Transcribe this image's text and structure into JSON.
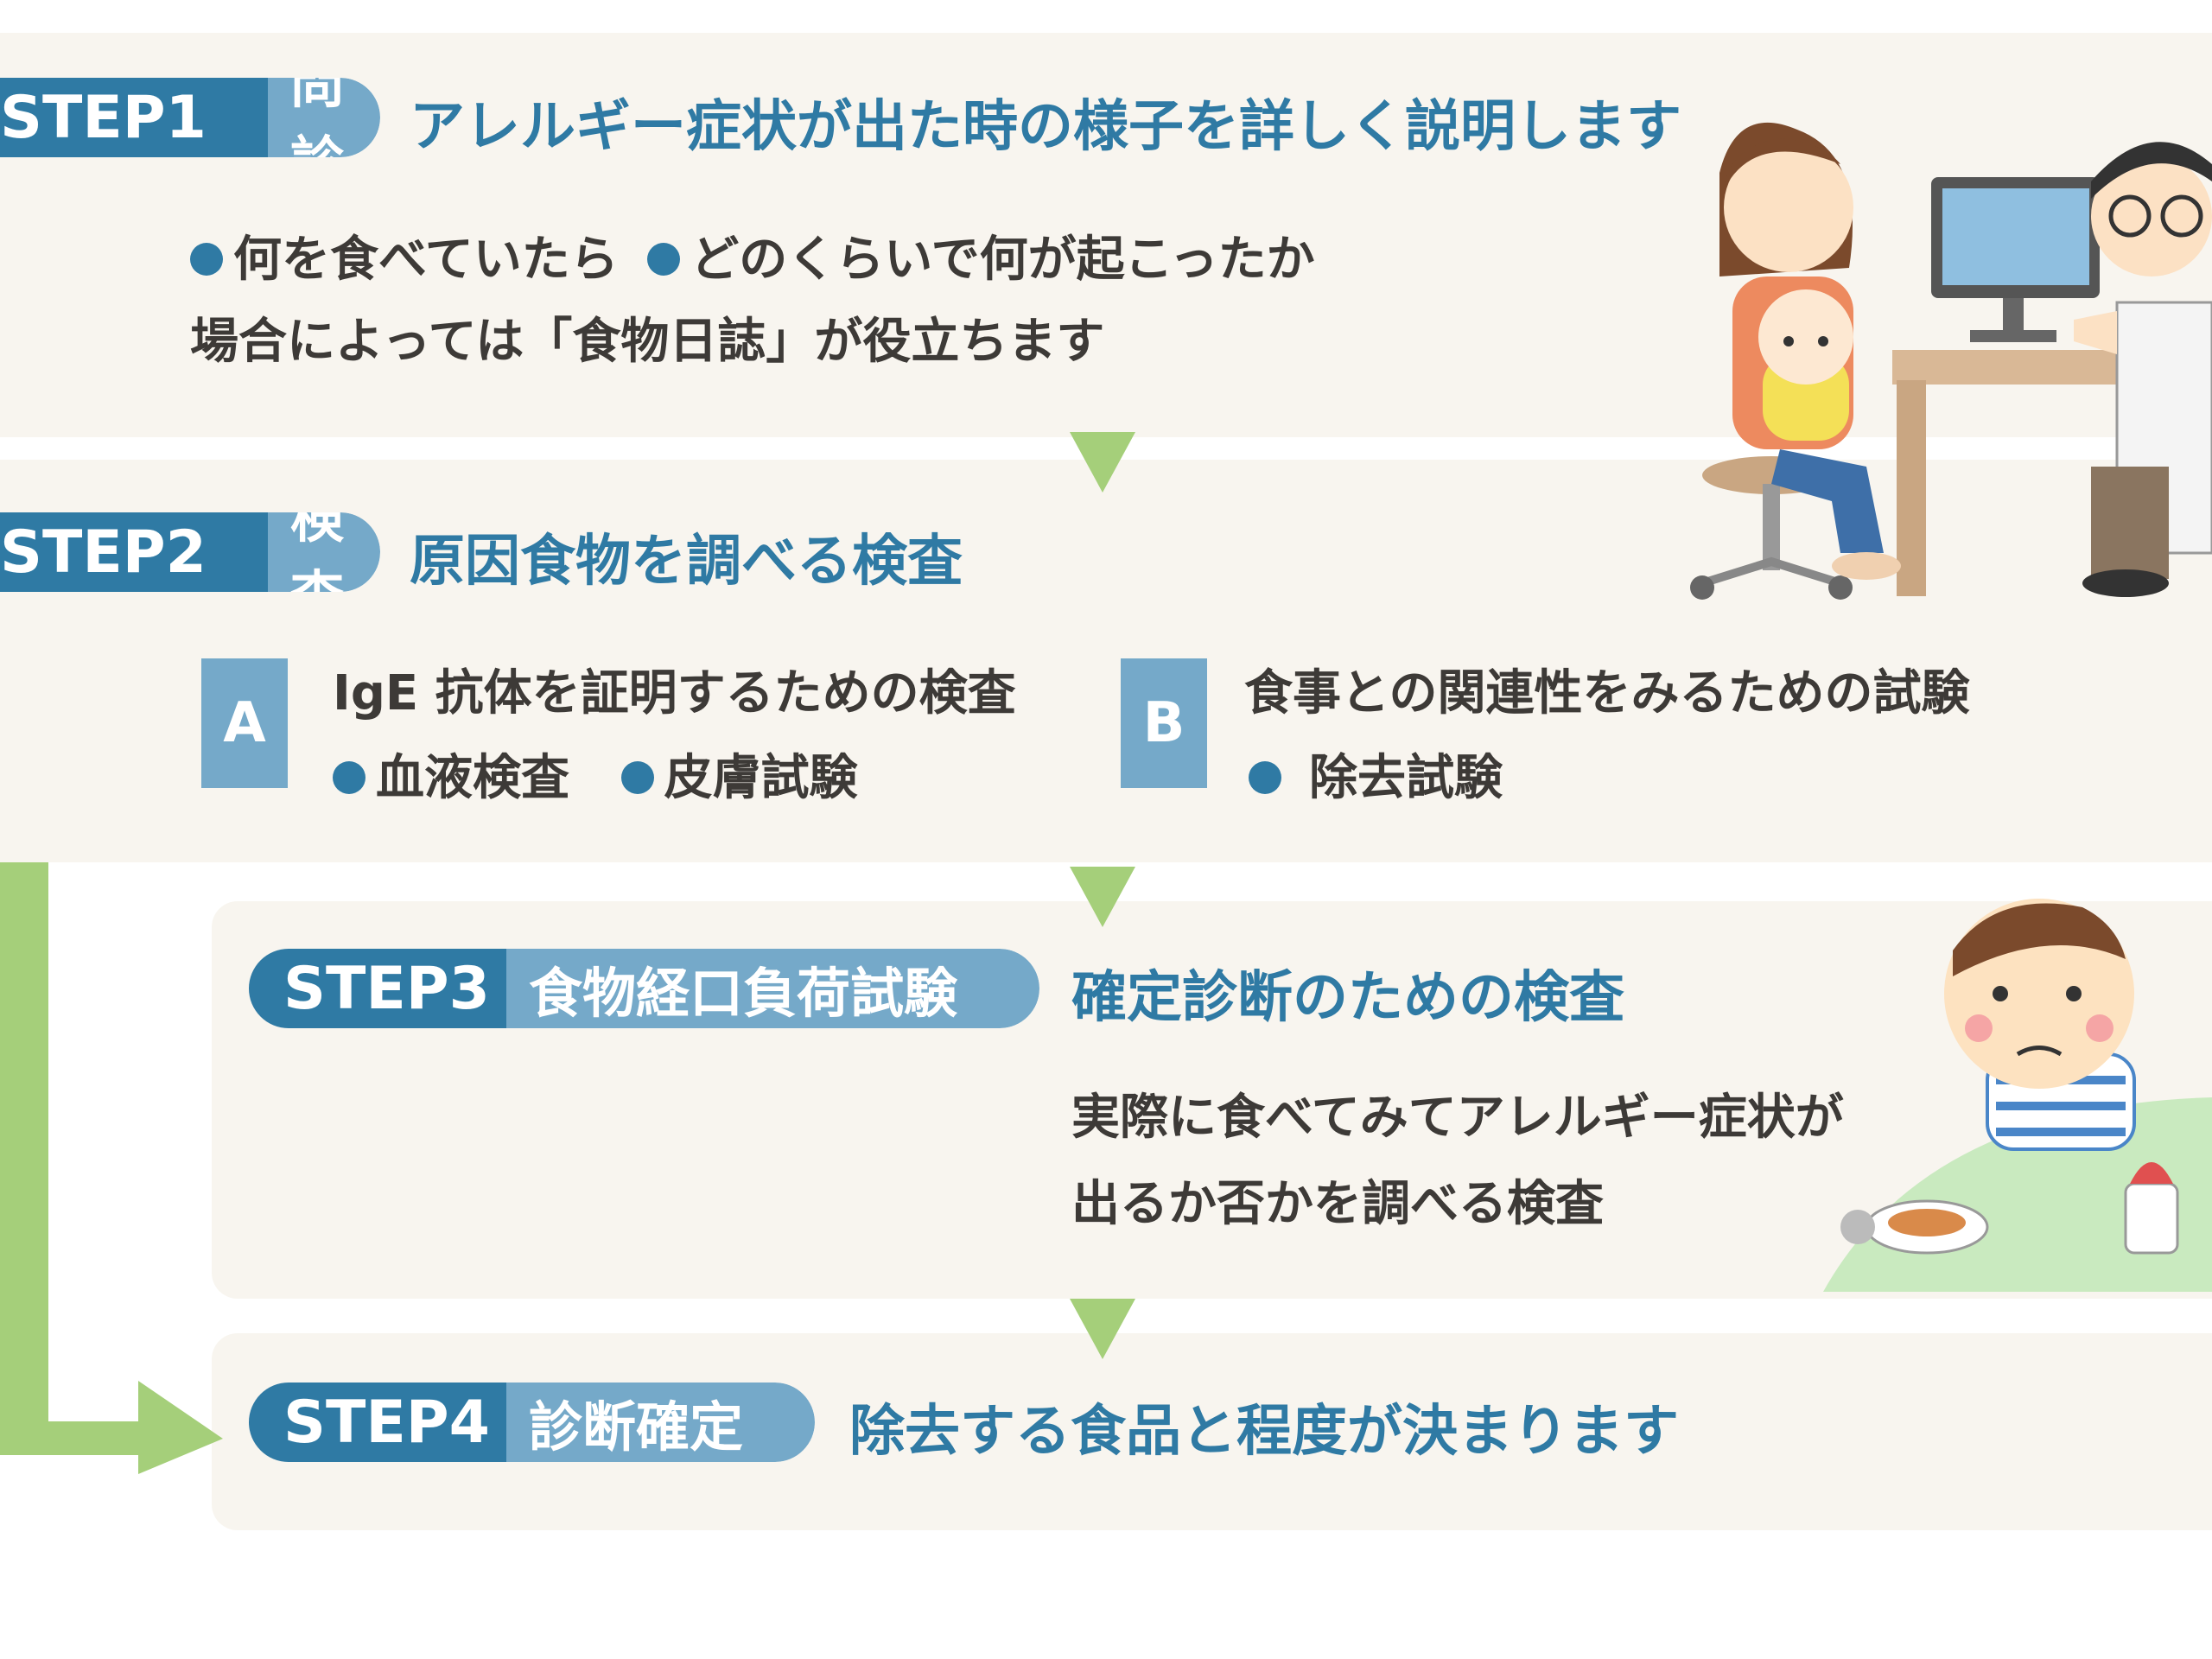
{
  "step1": {
    "label": "STEP1",
    "name": "問診",
    "heading": "アレルギー症状が出た時の様子を詳しく説明します",
    "bullet_a": "何を食べていたら",
    "bullet_b": "どのくらいで何が起こったか",
    "note": "場合によっては「食物日誌」が役立ちます"
  },
  "step2": {
    "label": "STEP2",
    "name": "検査",
    "heading": "原因食物を調べる検査",
    "a": {
      "letter": "A",
      "title": "IgE 抗体を証明するための検査",
      "items": [
        "血液検査",
        "皮膚試験"
      ]
    },
    "b": {
      "letter": "B",
      "title": "食事との関連性をみるための試験",
      "items": [
        "除去試験"
      ]
    }
  },
  "step3": {
    "label": "STEP3",
    "name": "食物経口負荷試験",
    "heading": "確定診断のための検査",
    "line1": "実際に食べてみてアレルギー症状が",
    "line2": "出るか否かを調べる検査"
  },
  "step4": {
    "label": "STEP4",
    "name": "診断確定",
    "heading": "除去する食品と程度が決まります"
  },
  "colors": {
    "step_dark": "#2f7aa4",
    "step_light": "#75a9c9",
    "arrow_green": "#a5cf7a",
    "panel_bg": "#f8f5ef",
    "text": "#3d3a37"
  }
}
